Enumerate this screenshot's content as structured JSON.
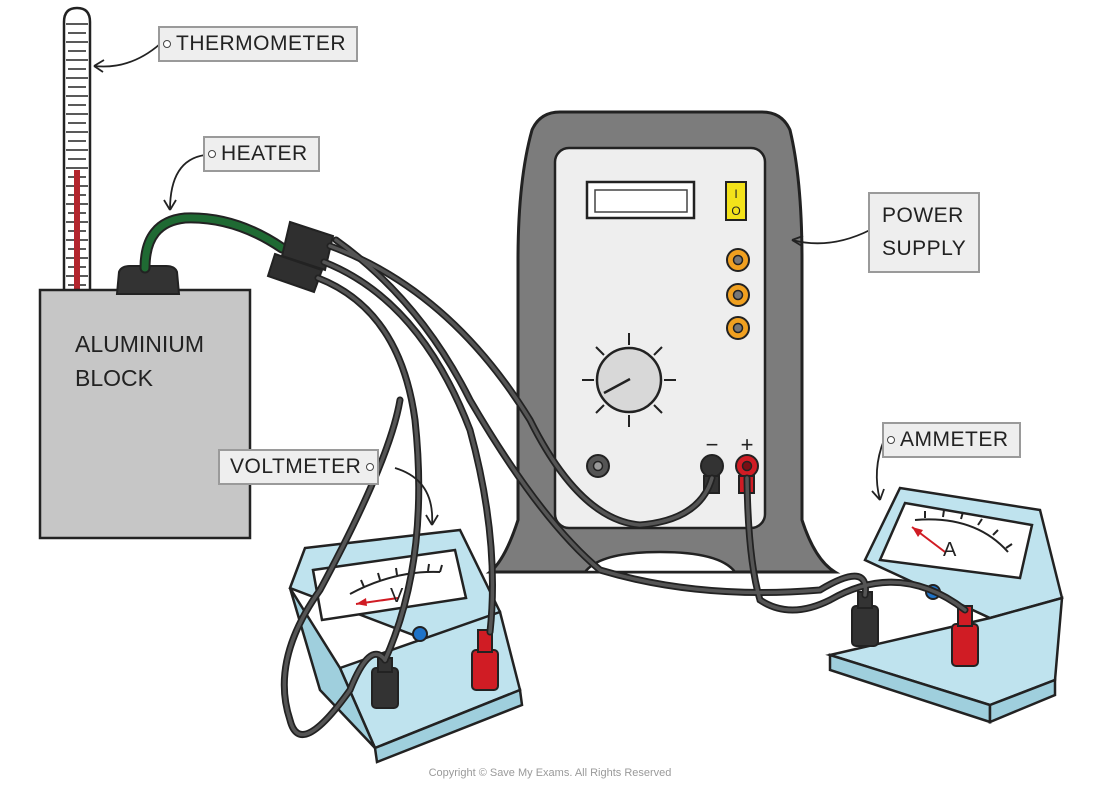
{
  "labels": {
    "thermometer": "THERMOMETER",
    "heater": "HEATER",
    "power_supply_line1": "POWER",
    "power_supply_line2": "SUPPLY",
    "ammeter": "AMMETER",
    "voltmeter": "VOLTMETER",
    "block_line1": "ALUMINIUM",
    "block_line2": "BLOCK"
  },
  "power_supply": {
    "terminal_negative": "−",
    "terminal_positive": "+",
    "switch_on_symbol": "I",
    "switch_off_symbol": "O"
  },
  "meters": {
    "voltmeter_unit": "V",
    "ammeter_unit": "A"
  },
  "footer": {
    "copyright": "Copyright © Save My Exams. All Rights Reserved"
  },
  "colors": {
    "meter_body": "#bfe3ee",
    "power_body": "#7c7c7c",
    "power_panel": "#eeeeee",
    "block": "#c6c6c6",
    "heater_cable": "#1f6a33",
    "thermometer_liquid": "#b3262e",
    "red_plug": "#d01c24",
    "black_plug": "#333333",
    "socket_orange": "#f0a020",
    "switch_yellow": "#f3e21a",
    "meter_button": "#1e73c8"
  }
}
